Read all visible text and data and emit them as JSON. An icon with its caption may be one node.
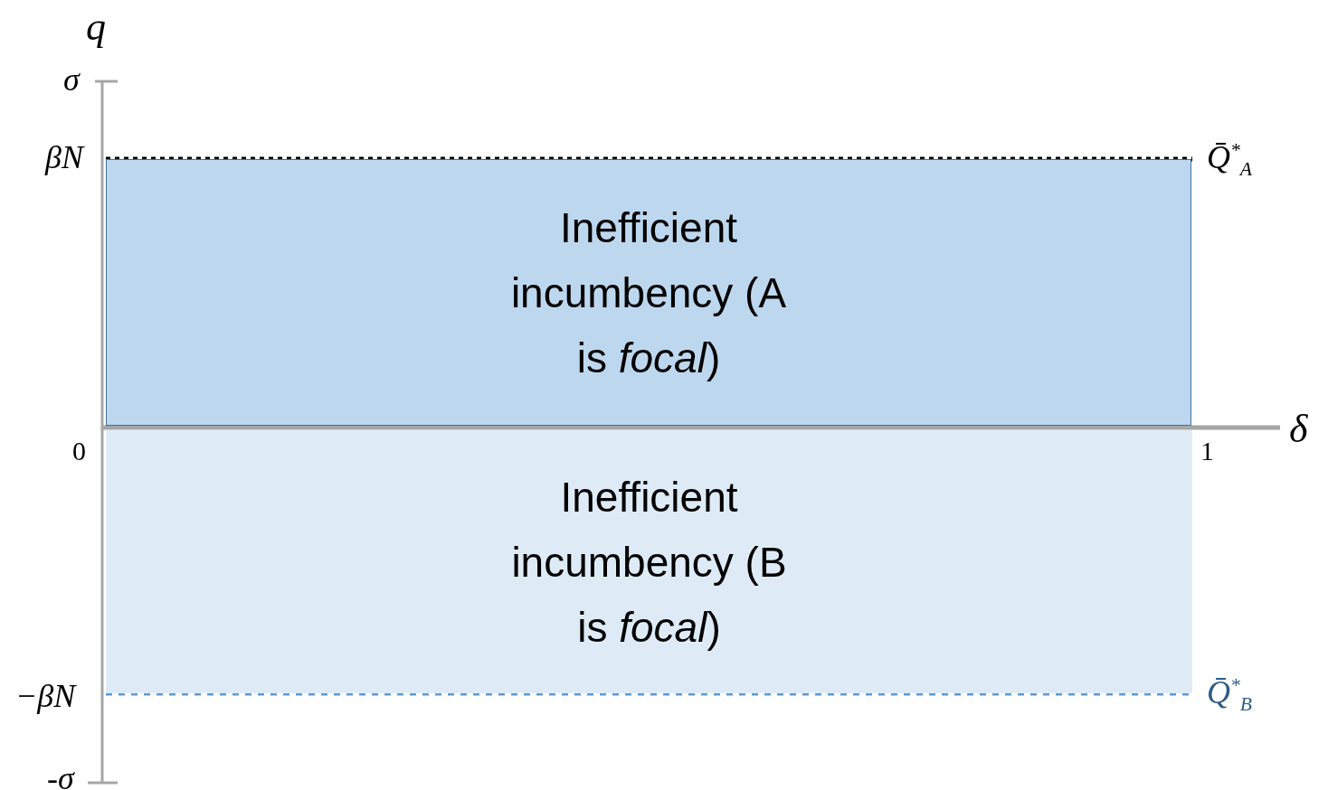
{
  "diagram": {
    "nodes": [
      {
        "text": [
          "Inefficient incumbency (A is *focal*)"
        ]
      },
      {
        "text": [
          "Inefficient incumbency (B is *focal*)"
        ]
      }
    ],
    "labels": [
      "q",
      "σ",
      "βN",
      "Q̄$^{*}$$_{A}$",
      "δ",
      "0",
      "1",
      "−βN",
      "Q̄$^{*}$$_{B}$",
      "-σ"
    ]
  }
}
